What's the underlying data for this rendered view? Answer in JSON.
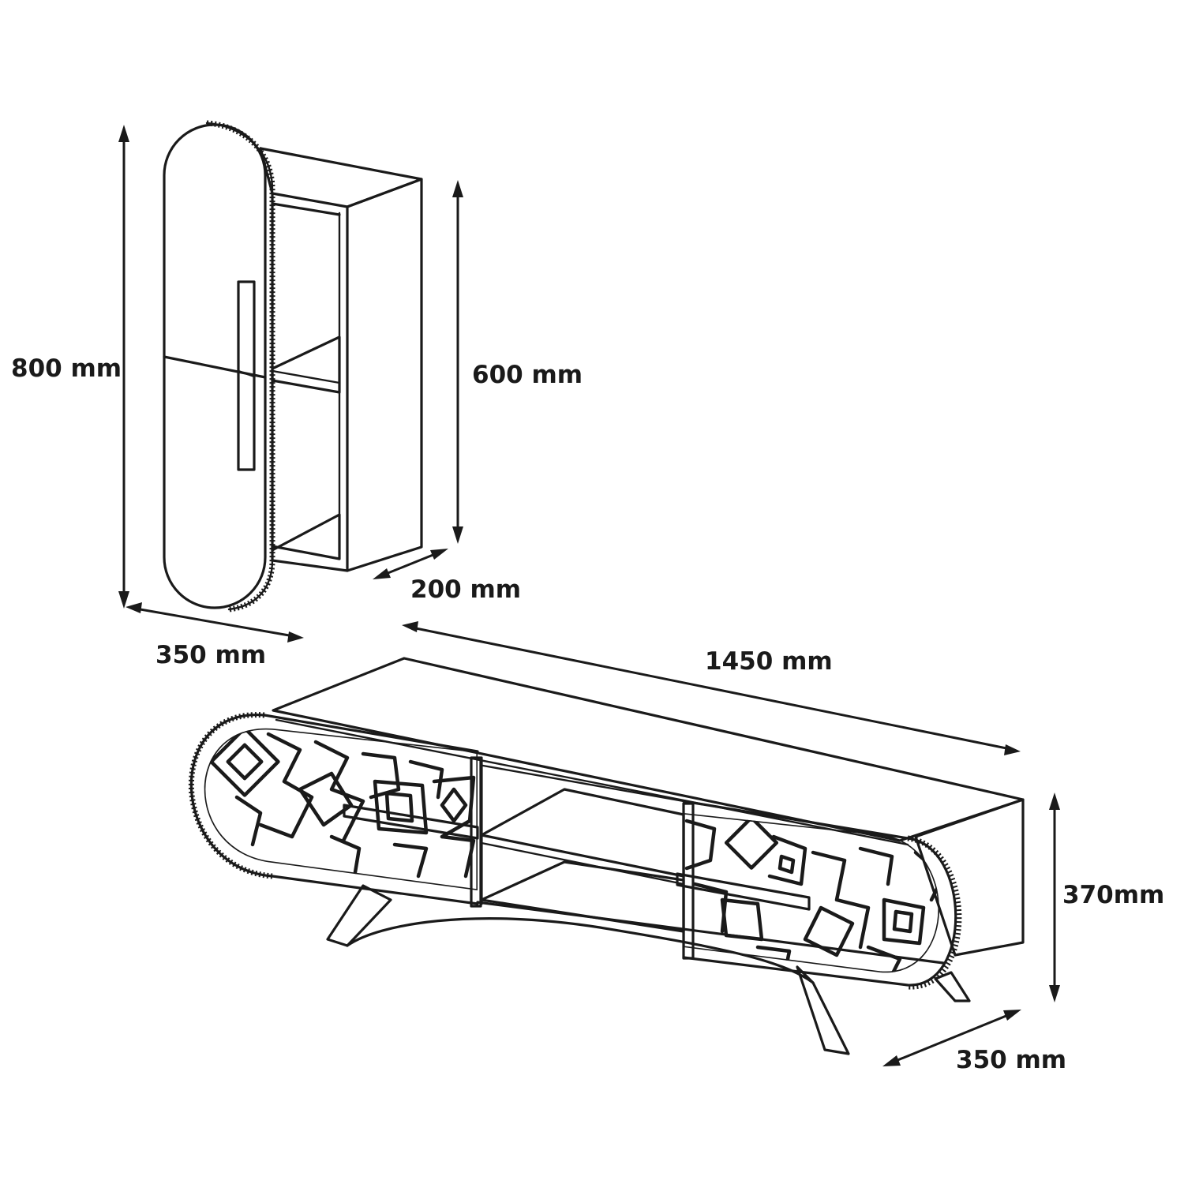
{
  "dimensions": {
    "wall_cabinet_height": "800 mm",
    "wall_cabinet_shelf_height": "600 mm",
    "wall_cabinet_shelf_depth": "200 mm",
    "wall_cabinet_width": "350 mm",
    "tv_unit_width": "1450 mm",
    "tv_unit_height": "370mm",
    "tv_unit_depth": "350 mm"
  },
  "colors": {
    "line": "#1a1a1a",
    "background": "#ffffff"
  }
}
